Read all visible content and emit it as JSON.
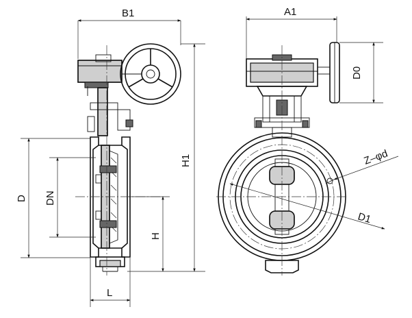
{
  "labels": {
    "b1": "B1",
    "a1": "A1",
    "d0": "D0",
    "h1": "H1",
    "d": "D",
    "dn": "DN",
    "h": "H",
    "l": "L",
    "z_phi_d": "Z–φd",
    "d1": "D1"
  }
}
